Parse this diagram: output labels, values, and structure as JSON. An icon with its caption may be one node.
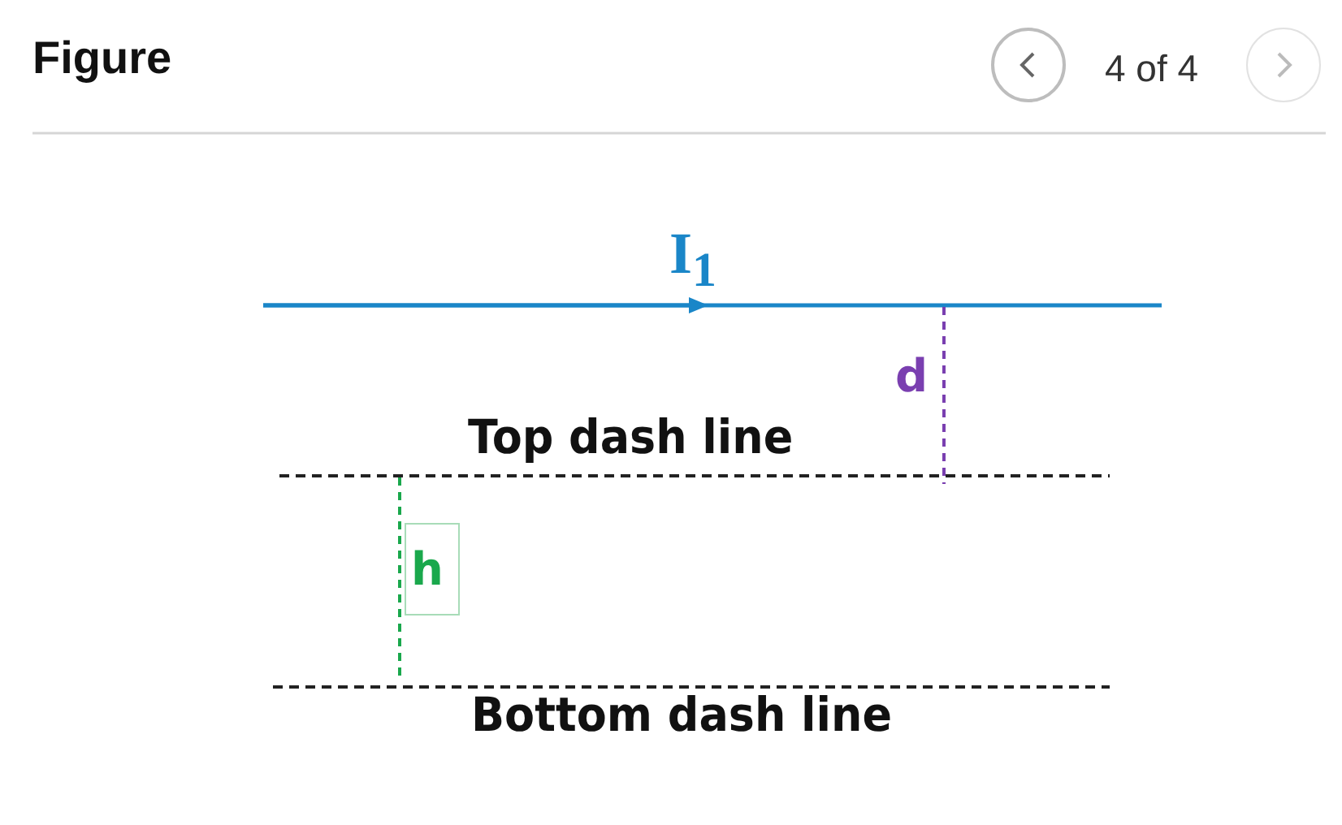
{
  "diagram": {
    "title": "Figure",
    "nodes": [
      {
        "text": [
          "h"
        ]
      }
    ],
    "labels": [
      "4 of 4",
      "I$_{1}$",
      "d",
      "Top dash line",
      "Bottom dash line"
    ]
  }
}
